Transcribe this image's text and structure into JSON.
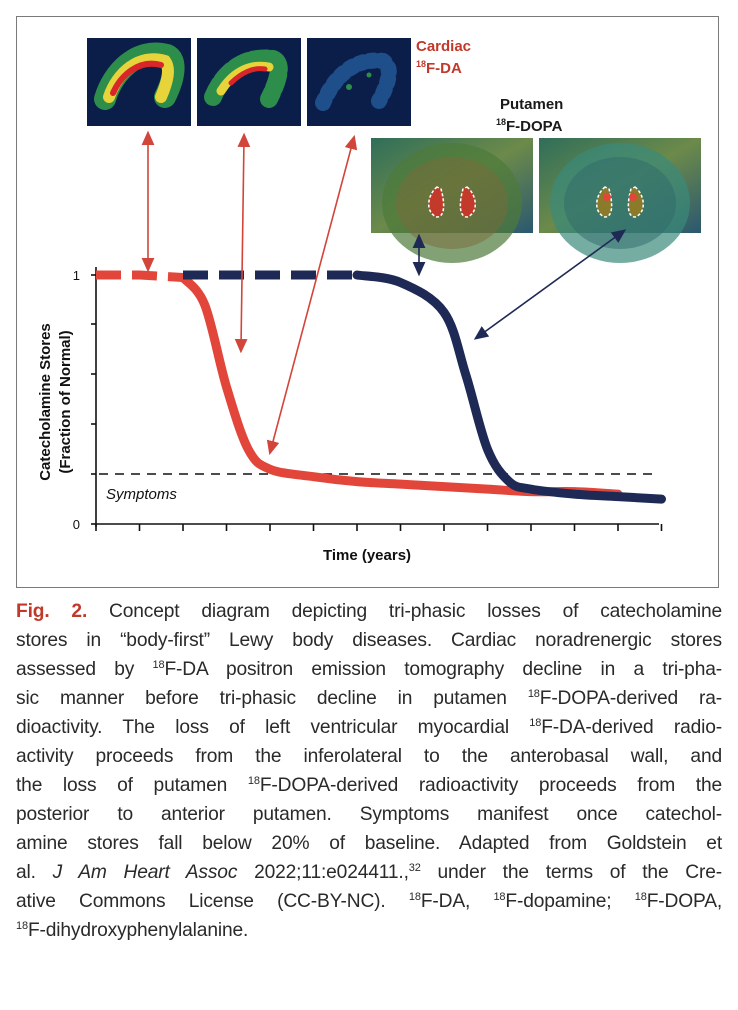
{
  "figure": {
    "cardiac_label": "Cardiac",
    "cardiac_tracer": "F-DA",
    "putamen_label": "Putamen",
    "putamen_tracer": "F-DOPA",
    "iso_mass": "18",
    "y_axis_label_line1": "Catecholamine Stores",
    "y_axis_label_line2": "(Fraction of Normal)",
    "x_axis_label": "Time (years)",
    "symptoms_label": "Symptoms",
    "y_tick_top": "1",
    "y_tick_bottom": "0",
    "colors": {
      "cardiac": "#e2463a",
      "putamen": "#1e2a55",
      "threshold": "#111111"
    },
    "thumbnails": {
      "cardiac": [
        "heart-scan-early-icon",
        "heart-scan-mid-icon",
        "heart-scan-late-icon"
      ],
      "putamen": [
        "brain-scan-early-icon",
        "brain-scan-late-icon"
      ]
    }
  },
  "chart_data": {
    "type": "line",
    "xlabel": "Time (years)",
    "ylabel": "Catecholamine Stores (Fraction of Normal)",
    "ylim": [
      0,
      1
    ],
    "threshold": {
      "label": "Symptoms",
      "value": 0.2
    },
    "series": [
      {
        "name": "Cardiac 18F-DA",
        "x": [
          0,
          1,
          2,
          2.5,
          3,
          3.5,
          4,
          5,
          6,
          7,
          8,
          9,
          10,
          11,
          12
        ],
        "y": [
          1,
          1,
          0.99,
          0.88,
          0.55,
          0.3,
          0.22,
          0.19,
          0.17,
          0.16,
          0.15,
          0.14,
          0.13,
          0.13,
          0.12
        ]
      },
      {
        "name": "Putamen 18F-DOPA",
        "x": [
          2,
          4,
          6,
          7,
          8,
          8.5,
          9,
          9.5,
          10,
          11,
          12,
          13
        ],
        "y": [
          1,
          1,
          1,
          0.97,
          0.85,
          0.6,
          0.3,
          0.17,
          0.14,
          0.12,
          0.11,
          0.1
        ]
      }
    ]
  },
  "caption": {
    "fig_label": "Fig. 2.",
    "line1": " Concept diagram depicting tri-phasic losses of catecholamine",
    "line2": "stores in “body-first” Lewy body diseases. Cardiac noradrenergic stores",
    "line3a": "assessed by ",
    "line3b": "F-DA positron emission tomography decline in a tri-pha-",
    "line4a": "sic manner before tri-phasic decline in putamen ",
    "line4b": "F-DOPA-derived ra-",
    "line5a": "dioactivity. The loss of left ventricular myocardial ",
    "line5b": "F-DA-derived radio-",
    "line6": "activity proceeds from the inferolateral to the anterobasal wall, and",
    "line7a": "the loss of putamen ",
    "line7b": "F-DOPA-derived radioactivity proceeds from the",
    "line8": "posterior to anterior putamen. Symptoms manifest once catechol-",
    "line9": "amine stores fall below 20% of baseline. Adapted from Goldstein et",
    "line10a": "al. ",
    "line10_journal": "J Am Heart Assoc",
    "line10b": " 2022;11:e024411.,",
    "line10_ref": "32",
    "line10c": " under the terms of the Cre-",
    "line11a": "ative Commons License (CC-BY-NC). ",
    "line11b": "F-DA, ",
    "line11c": "F-dopamine; ",
    "line11d": "F-DOPA,",
    "line12a": "",
    "line12b": "F-dihydroxyphenylalanine.",
    "sup": "18"
  }
}
